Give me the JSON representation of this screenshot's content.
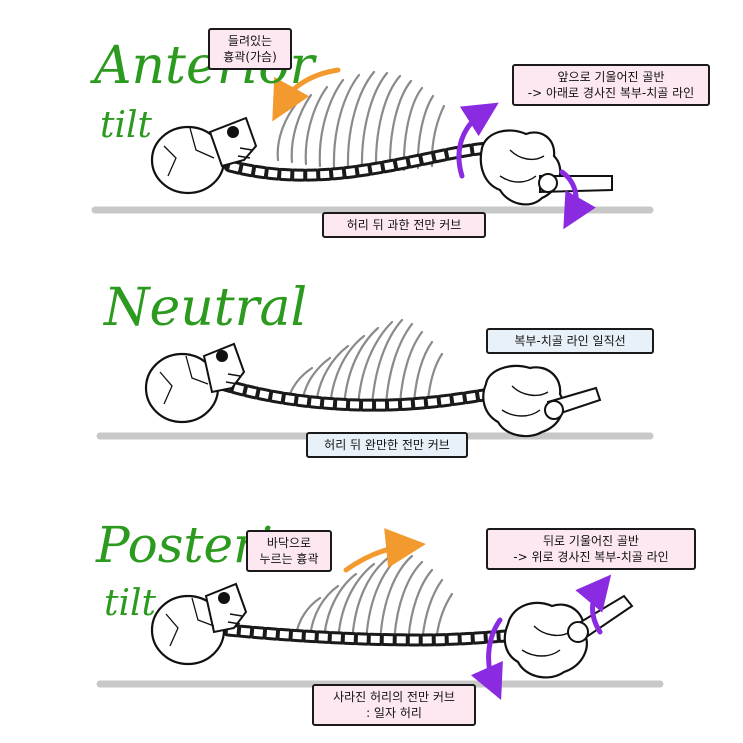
{
  "panels": [
    {
      "title_main": "Anterior",
      "title_sub": "tilt",
      "labels": {
        "chest": [
          "들려있는",
          "흉곽(가슴)"
        ],
        "pelvis": [
          "앞으로 기울어진 골반",
          "-> 아래로 경사진 복부-치골 라인"
        ],
        "spine": [
          "허리 뒤 과한 전만 커브"
        ]
      }
    },
    {
      "title_main": "Neutral",
      "labels": {
        "pelvis": [
          "복부-치골 라인 일직선"
        ],
        "spine": [
          "허리 뒤 완만한 전만 커브"
        ]
      }
    },
    {
      "title_main": "Posterior",
      "title_sub": "tilt",
      "labels": {
        "chest": [
          "바닥으로",
          "누르는 흉곽"
        ],
        "pelvis": [
          "뒤로 기울어진 골반",
          "-> 위로 경사진 복부-치골 라인"
        ],
        "spine": [
          "사라진 허리의 전만 커브",
          ": 일자 허리"
        ]
      }
    }
  ],
  "colors": {
    "title_green": "#2b9a1e",
    "arrow_orange": "#f29a2e",
    "arrow_purple": "#8a2be2",
    "floor_gray": "#c8c8c8",
    "label_pink": "#fde8f1",
    "label_blue": "#e8f0f8"
  }
}
